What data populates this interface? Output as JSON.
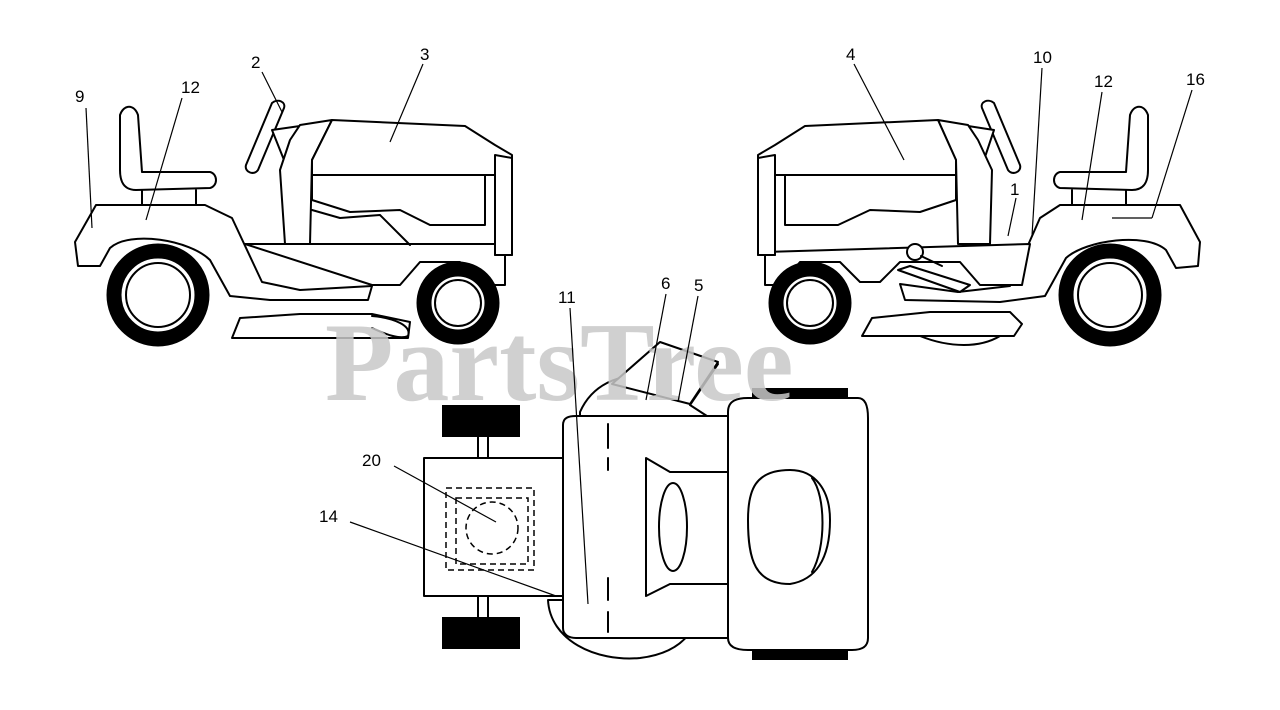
{
  "watermark": "PartsTree",
  "callouts": [
    {
      "id": "c-9",
      "label": "9"
    },
    {
      "id": "c-12-left",
      "label": "12"
    },
    {
      "id": "c-2",
      "label": "2"
    },
    {
      "id": "c-3",
      "label": "3"
    },
    {
      "id": "c-4",
      "label": "4"
    },
    {
      "id": "c-10",
      "label": "10"
    },
    {
      "id": "c-12-right",
      "label": "12"
    },
    {
      "id": "c-16",
      "label": "16"
    },
    {
      "id": "c-1",
      "label": "1"
    },
    {
      "id": "c-11",
      "label": "11"
    },
    {
      "id": "c-6",
      "label": "6"
    },
    {
      "id": "c-5",
      "label": "5"
    },
    {
      "id": "c-20",
      "label": "20"
    },
    {
      "id": "c-14",
      "label": "14"
    }
  ]
}
